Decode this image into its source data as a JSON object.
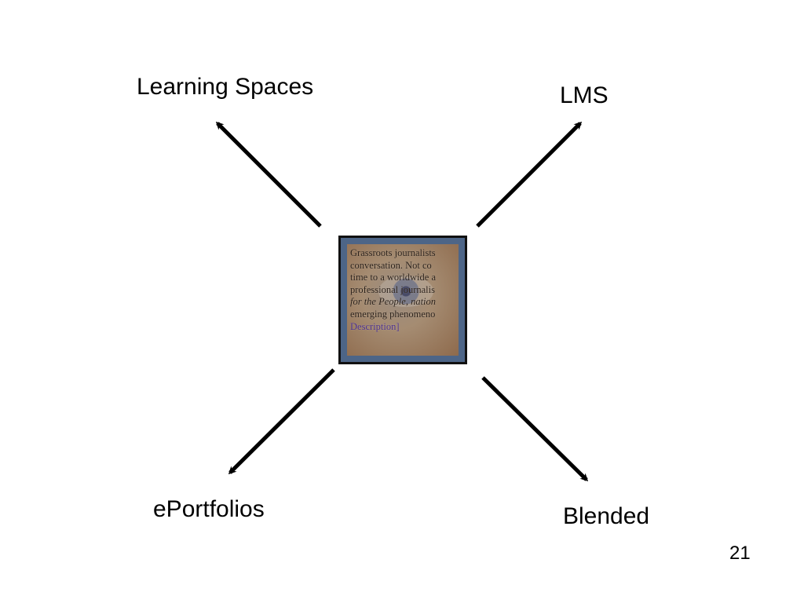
{
  "slide": {
    "labels": {
      "top_left": "Learning Spaces",
      "top_right": "LMS",
      "bottom_left": "ePortfolios",
      "bottom_right": "Blended"
    },
    "page_number": "21"
  },
  "center_image": {
    "lines": [
      "Grassroots journalists",
      "conversation. Not co",
      "time to a worldwide a",
      "professional journalis",
      "for the People, nation",
      "emerging phenomeno",
      "Description]"
    ]
  },
  "colors": {
    "arrow": "#000000",
    "image_frame": "#4d6587"
  }
}
